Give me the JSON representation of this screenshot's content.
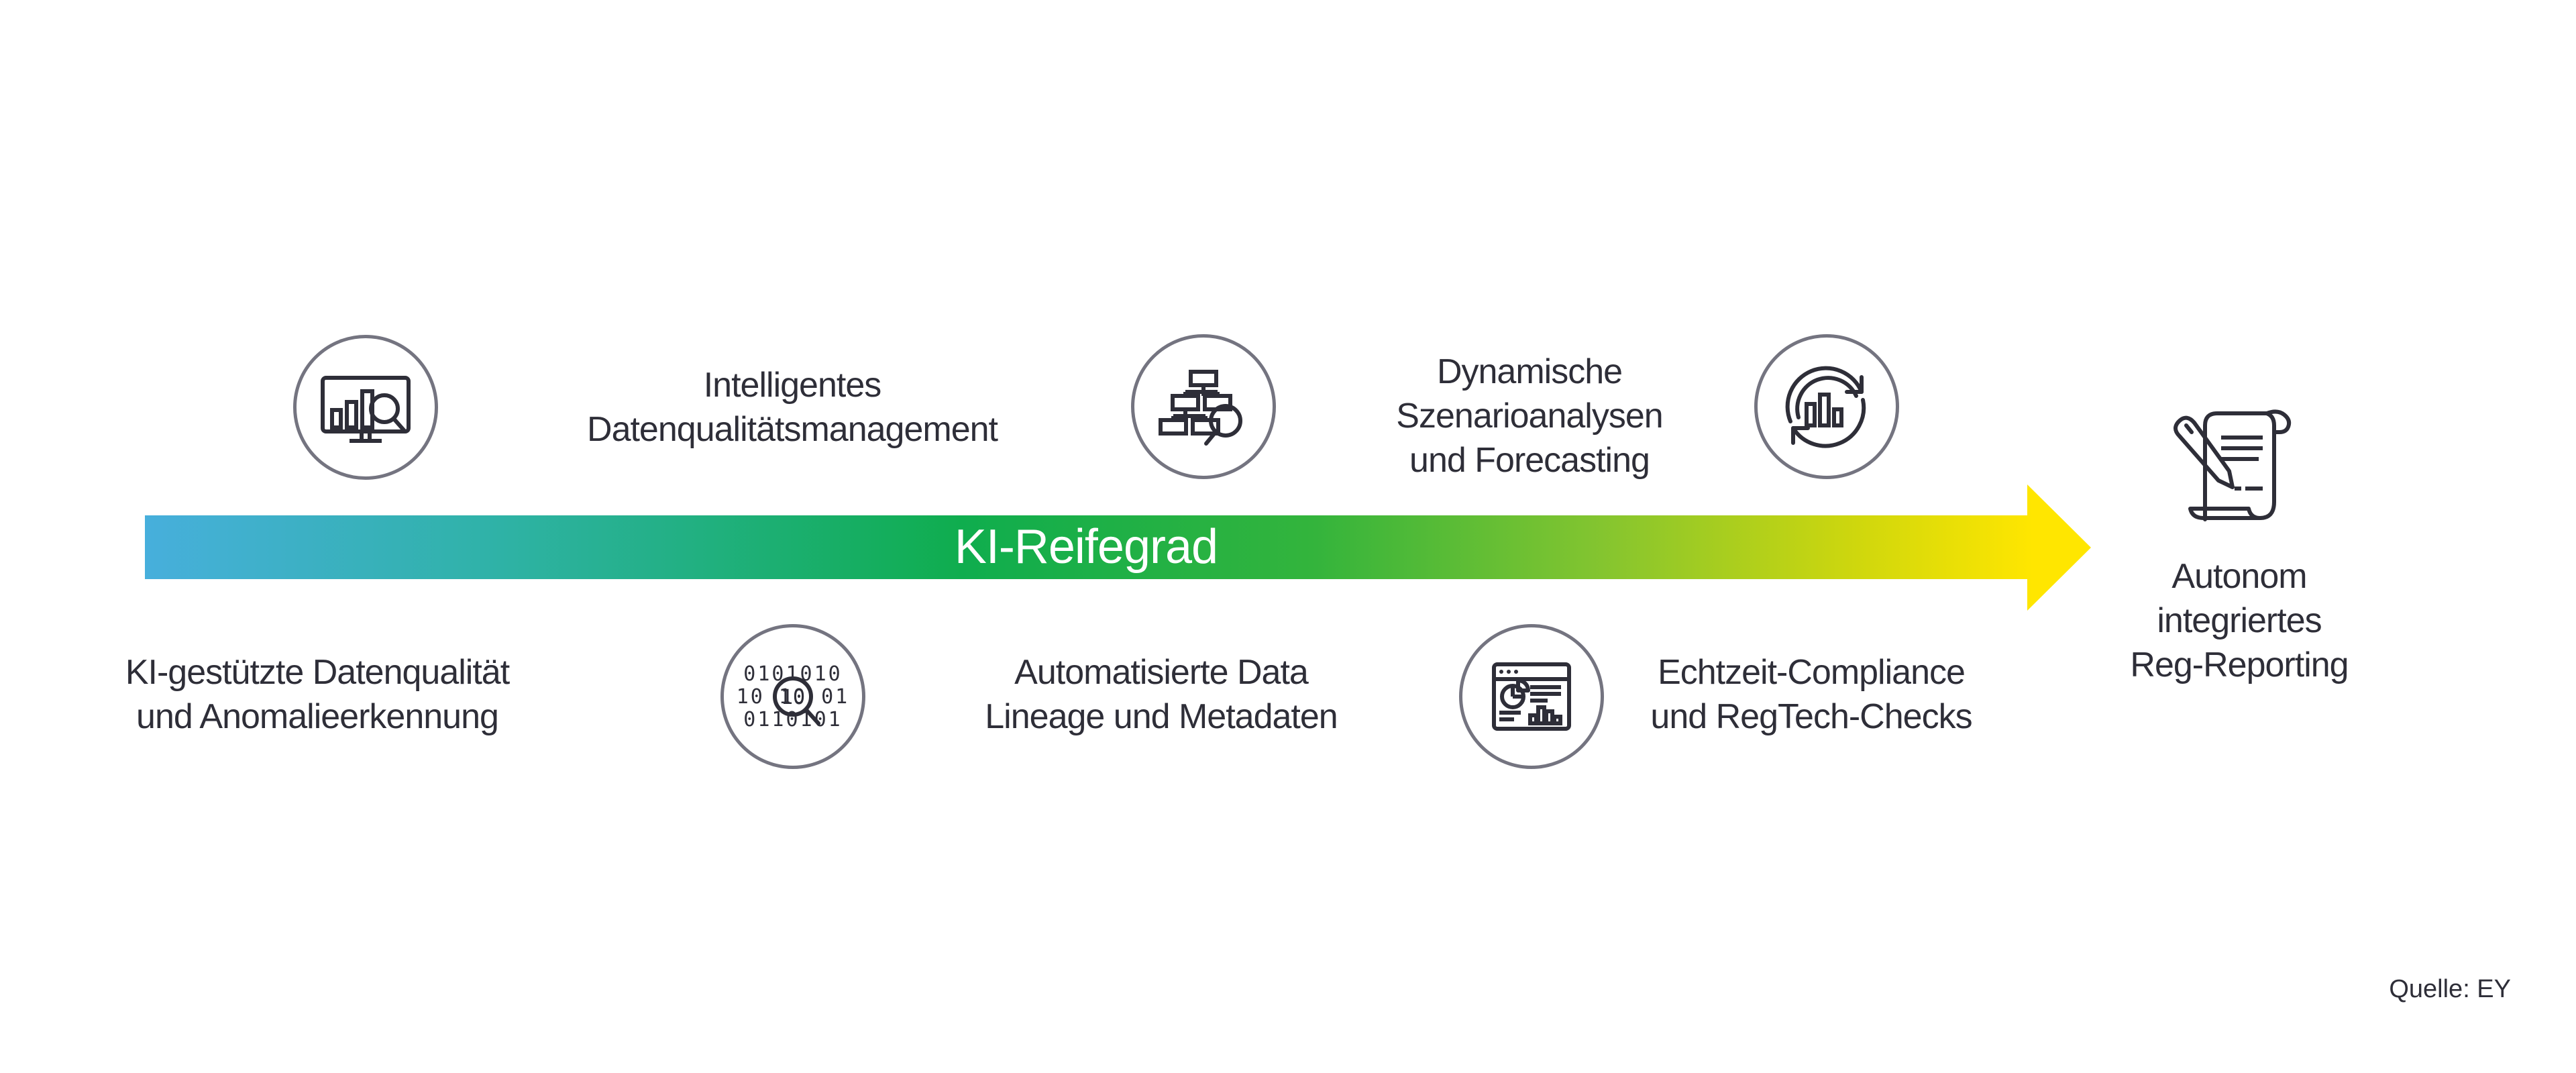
{
  "arrow": {
    "label": "KI-Reifegrad",
    "gradient": [
      "#47AFDC",
      "#2FB2A7",
      "#0FAD4E",
      "#33B43C",
      "#85C52F",
      "#CFD70D",
      "#FFE600"
    ]
  },
  "labels": {
    "top": [
      {
        "lines": [
          "Intelligentes",
          "Datenqualitätsmanagement"
        ]
      },
      {
        "lines": [
          "Dynamische",
          "Szenarioanalysen",
          "und Forecasting"
        ]
      }
    ],
    "bottom": [
      {
        "lines": [
          "KI-gestützte Datenqualität",
          "und Anomalieerkennung"
        ]
      },
      {
        "lines": [
          "Automatisierte Data",
          "Lineage und Metadaten"
        ]
      },
      {
        "lines": [
          "Echtzeit-Compliance",
          "und RegTech-Checks"
        ]
      }
    ],
    "endpoint": {
      "lines": [
        "Autonom",
        "integriertes",
        "Reg-Reporting"
      ]
    }
  },
  "icons": {
    "top": [
      "monitor-bar-chart-magnifier",
      "org-chart-magnifier",
      "bar-chart-refresh-cycle"
    ],
    "bottom": [
      "binary-code-magnifier",
      "dashboard-report"
    ],
    "endpoint": "scroll-and-pen"
  },
  "source": "Quelle: EY",
  "colors": {
    "text": "#2E2E38",
    "icon_stroke": "#2E2E38",
    "circle_border": "#747480",
    "arrow_label_text": "#FFFFFF",
    "arrow_start": "#47AFDC",
    "arrow_mid": "#0FAD4E",
    "arrow_end": "#FFE600"
  }
}
